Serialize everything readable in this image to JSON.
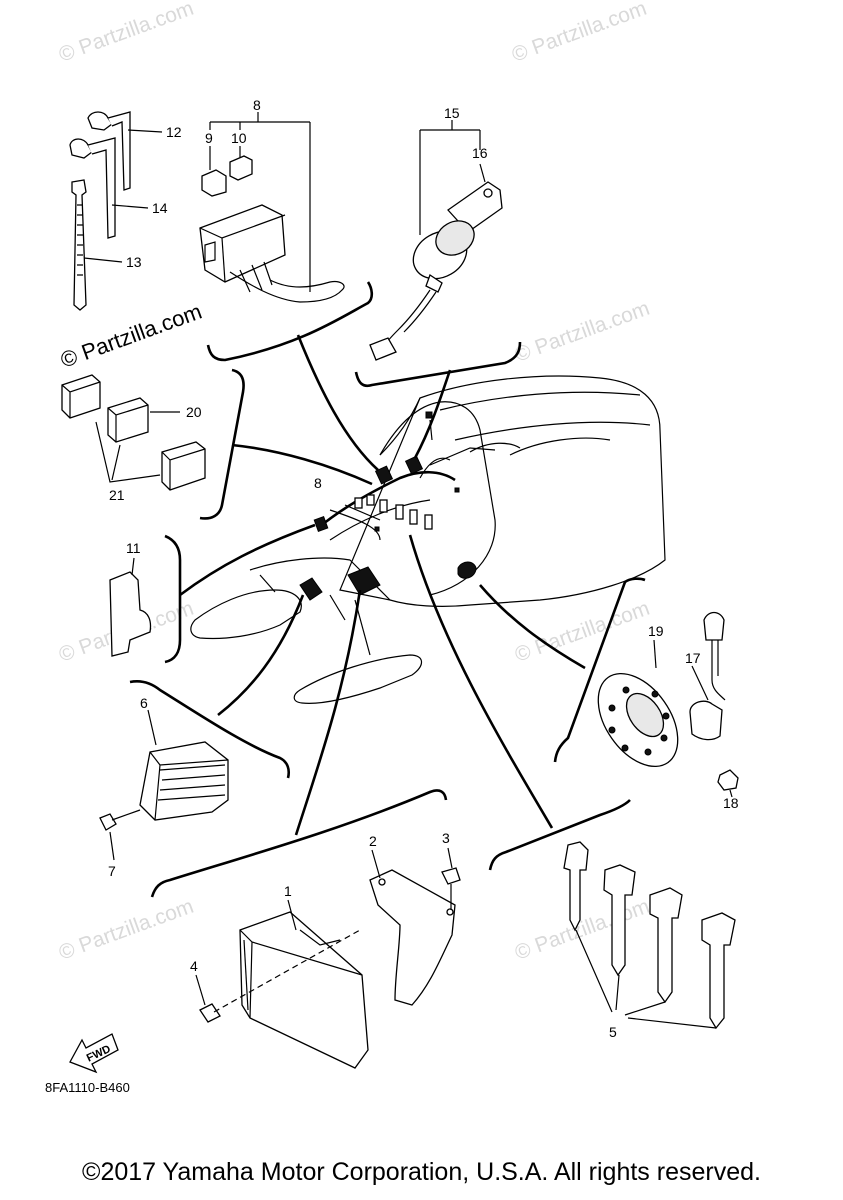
{
  "watermark": "© Partzilla.com",
  "watermark_dark": "© Partzilla.com",
  "callouts": {
    "c1": "1",
    "c2": "2",
    "c3": "3",
    "c4": "4",
    "c5": "5",
    "c6": "6",
    "c7": "7",
    "c8a": "8",
    "c8b": "8",
    "c9": "9",
    "c10": "10",
    "c11": "11",
    "c12": "12",
    "c13": "13",
    "c14": "14",
    "c15": "15",
    "c16": "16",
    "c17": "17",
    "c18": "18",
    "c19": "19",
    "c20": "20",
    "c21": "21"
  },
  "fwd_label": "FWD",
  "diagram_code": "8FA1110-B460",
  "copyright": "©2017 Yamaha Motor Corporation, U.S.A. All rights reserved."
}
